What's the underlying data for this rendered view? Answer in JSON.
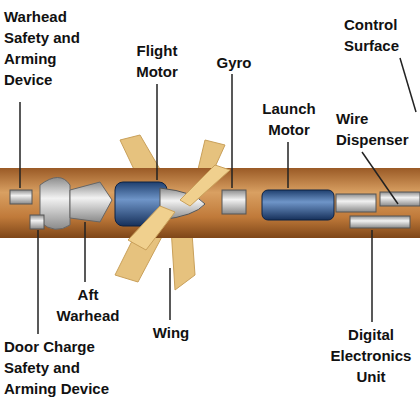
{
  "diagram": {
    "labels": [
      "Warhead Safety and Arming Device",
      "Flight Motor",
      "Gyro",
      "Launch Motor",
      "Control Surface",
      "Wire Dispenser",
      "Aft Warhead",
      "Wing",
      "Door Charge Safety and Arming Device",
      "Digital Electronics Unit"
    ]
  }
}
